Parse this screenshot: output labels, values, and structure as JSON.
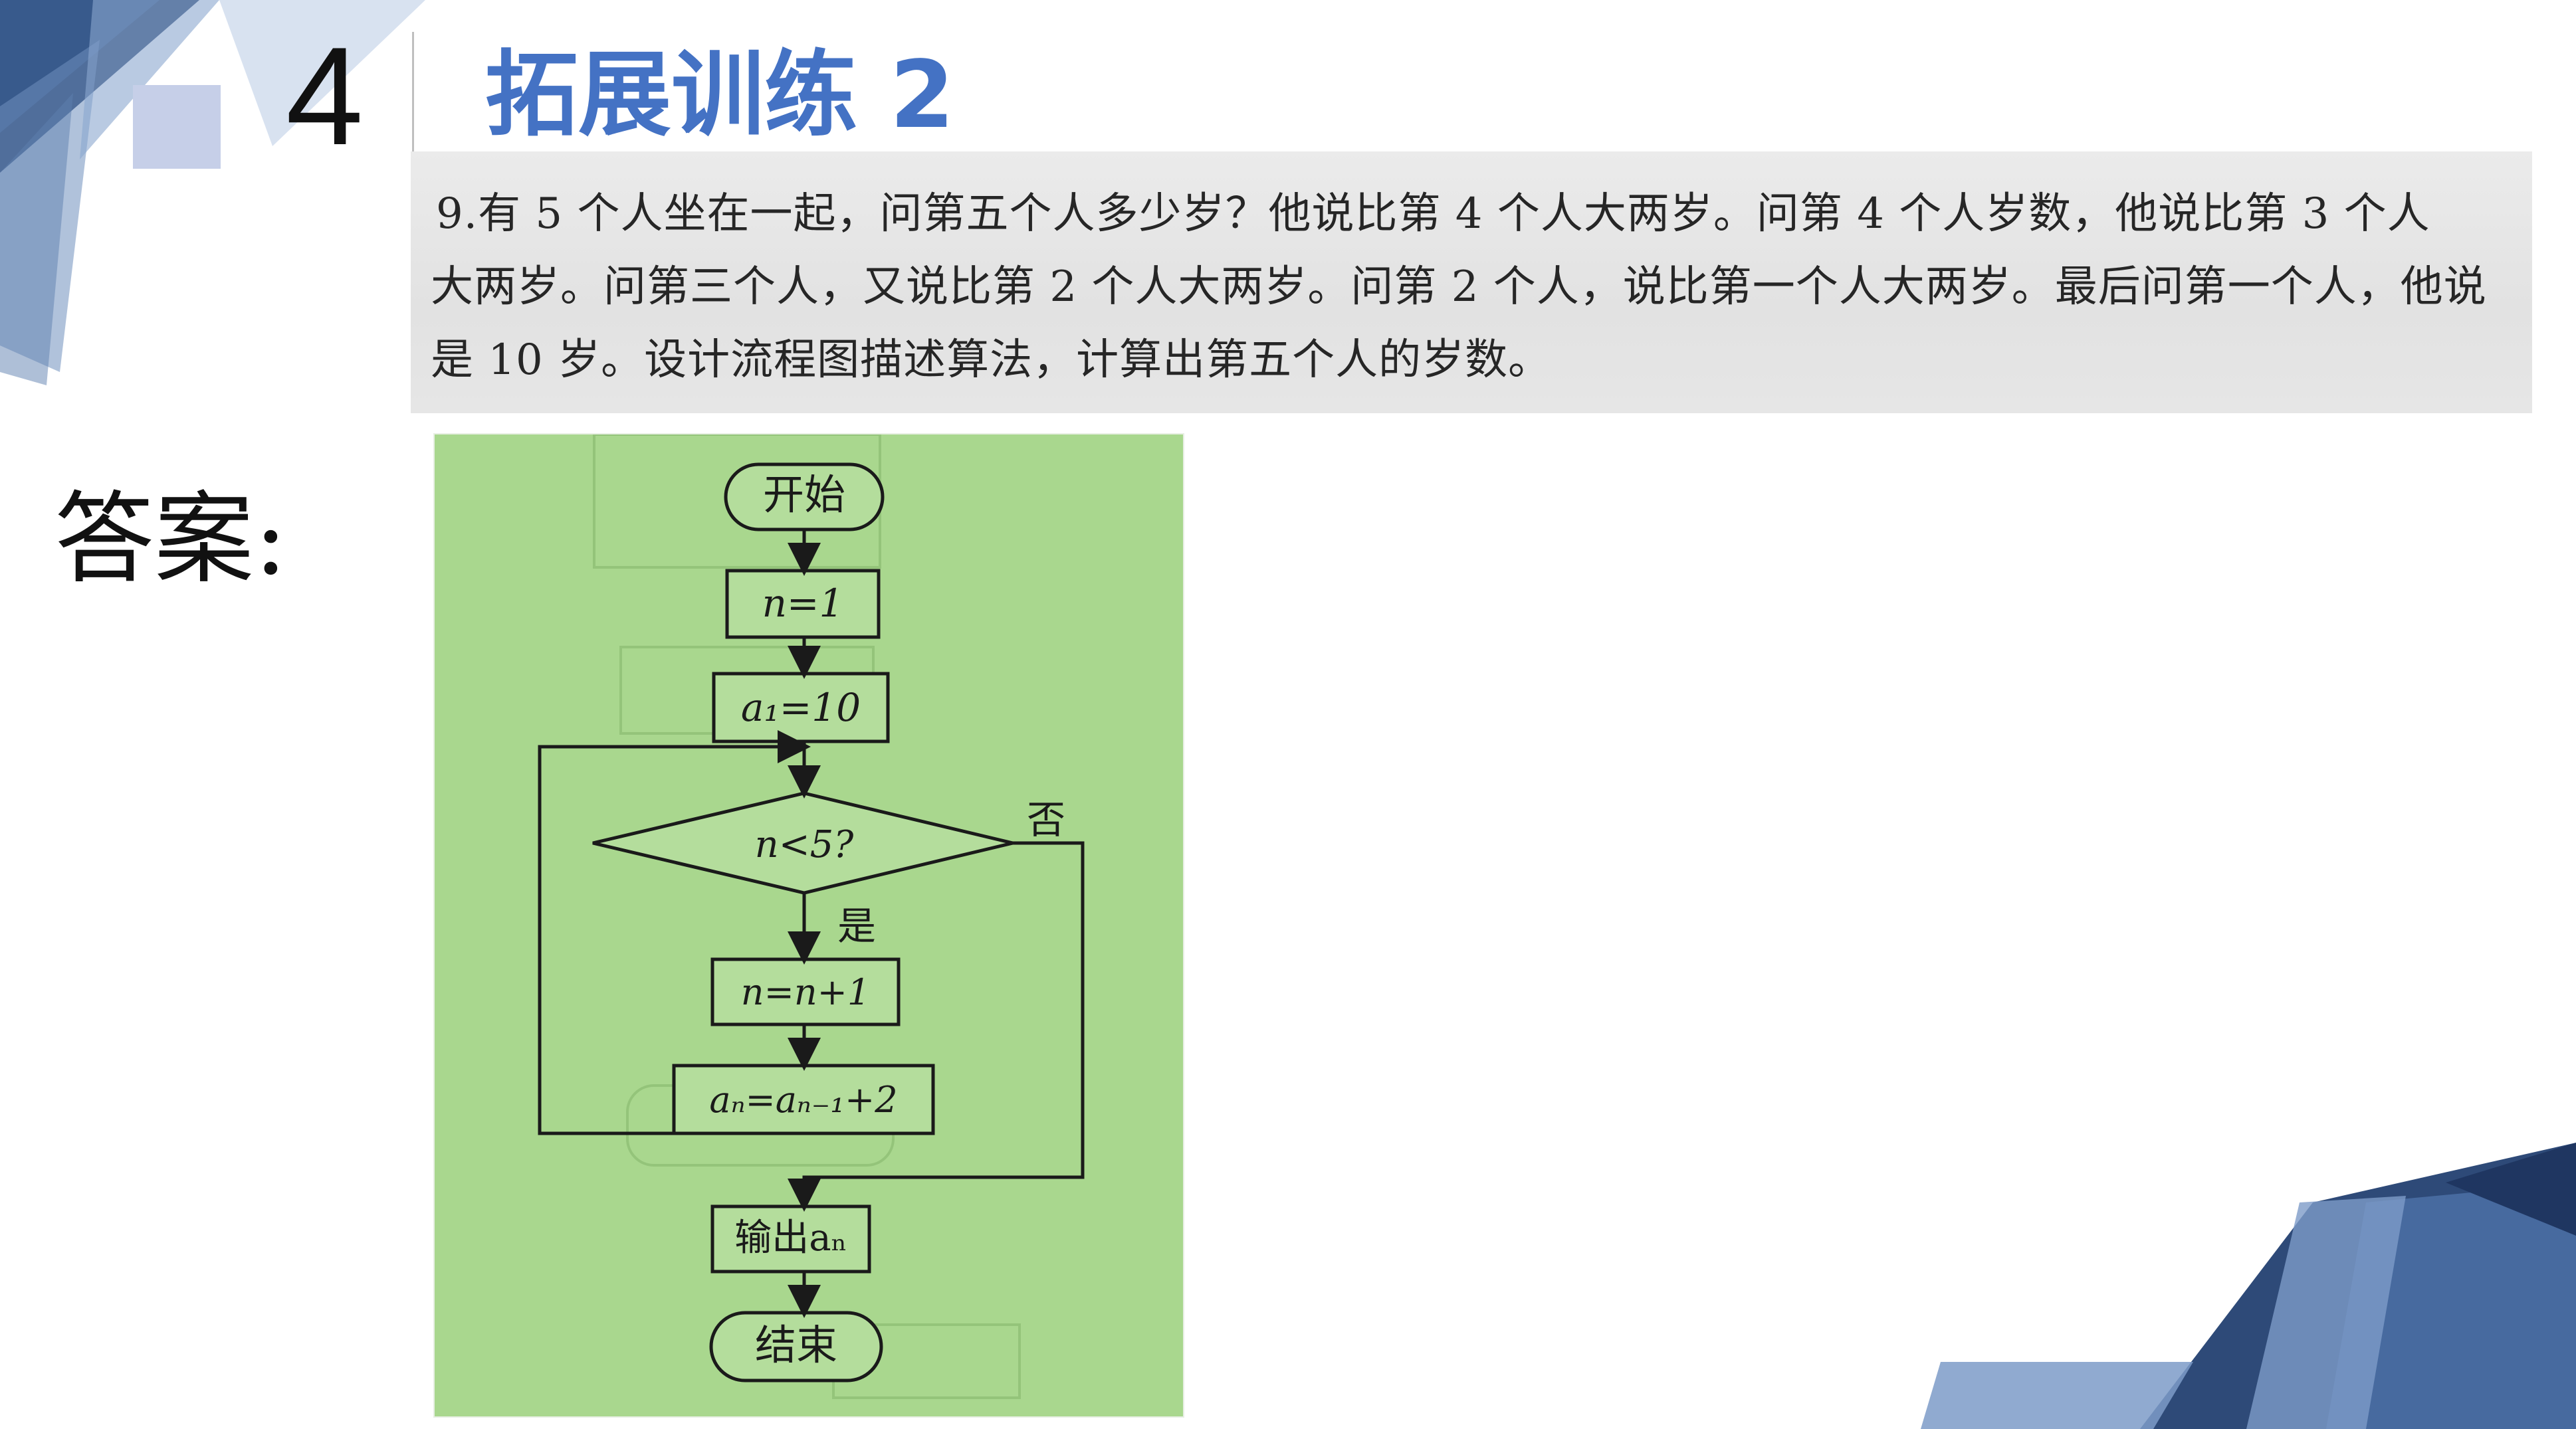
{
  "header": {
    "number": "4",
    "title": "拓展训练 2"
  },
  "problem": {
    "lines": [
      "9.有 5 个人坐在一起，问第五个人多少岁？他说比第 4 个人大两岁。问第 4 个人岁数，他说比第 3 个人",
      "大两岁。问第三个人，又说比第 2 个人大两岁。问第 2 个人，说比第一个人大两岁。最后问第一个人，他说",
      "是 10 岁。设计流程图描述算法，计算出第五个人的岁数。"
    ]
  },
  "answer_label": "答案:",
  "flowchart": {
    "start": "开始",
    "init_n": "n=1",
    "init_a": "a₁=10",
    "condition": "n<5?",
    "yes_label": "是",
    "no_label": "否",
    "increment": "n=n+1",
    "recurrence": "aₙ=aₙ₋₁+2",
    "output": "输出aₙ",
    "end": "结束"
  },
  "colors": {
    "accent": "#4472c4",
    "flow_background": "#a9d78e",
    "problem_background": "#e6e6e6",
    "decor_dark": "#2e4a78",
    "decor_light": "#c6cfe8"
  }
}
